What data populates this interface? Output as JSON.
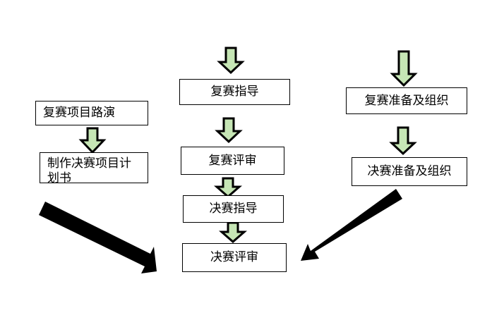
{
  "left": {
    "box1": "复赛项目路演",
    "box2": "制作决赛项目计划书"
  },
  "center": {
    "box1": "复赛指导",
    "box2": "复赛评审",
    "box3": "决赛指导",
    "box4": "决赛评审"
  },
  "right": {
    "box1": "复赛准备及组织",
    "box2": "决赛准备及组织"
  },
  "colors": {
    "arrow_fill": "#c6e6b5",
    "big_arrow": "#000000",
    "border": "#000000"
  }
}
